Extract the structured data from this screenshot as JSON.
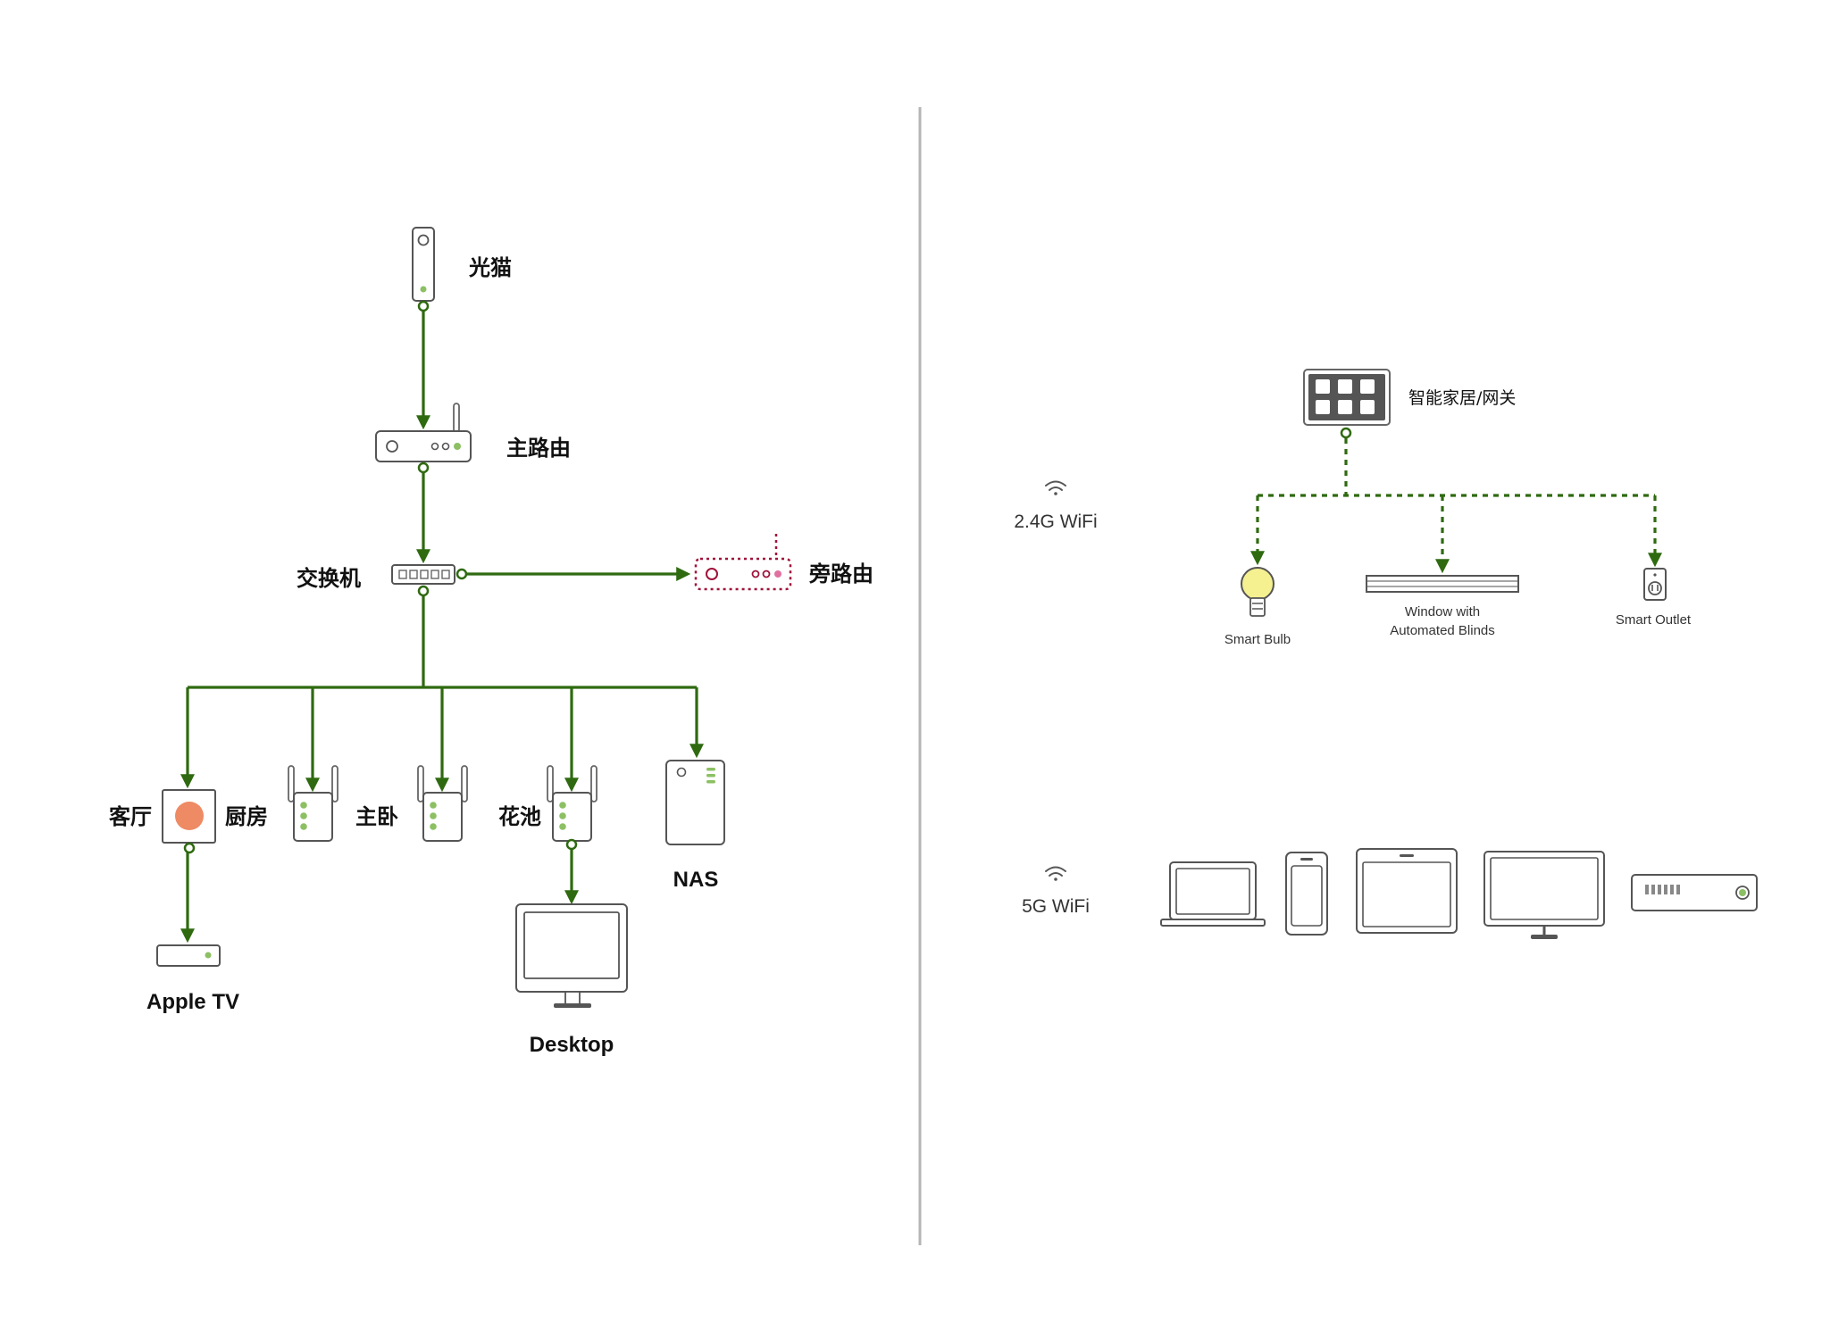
{
  "colors": {
    "link": "#2f6a10",
    "side_router": "#a0123a",
    "led_green": "#8cc063",
    "accent_orange": "#ee8a64",
    "bulb_yellow": "#f5f090",
    "divider": "#b5b5b5"
  },
  "wired": {
    "modem": "光猫",
    "main_router": "主路由",
    "switch": "交换机",
    "side_router": "旁路由",
    "living_room": "客厅",
    "kitchen": "厨房",
    "master_bedroom": "主卧",
    "garden": "花池",
    "nas": "NAS",
    "apple_tv": "Apple TV",
    "desktop": "Desktop"
  },
  "wifi_24g": {
    "label": "2.4G WiFi",
    "hub": "智能家居/网关",
    "bulb": "Smart Bulb",
    "blinds_line1": "Window with",
    "blinds_line2": "Automated Blinds",
    "outlet": "Smart Outlet"
  },
  "wifi_5g": {
    "label": "5G WiFi",
    "devices": [
      "laptop-icon",
      "phone-icon",
      "tablet-icon",
      "monitor-icon",
      "set-top-box-icon"
    ]
  }
}
